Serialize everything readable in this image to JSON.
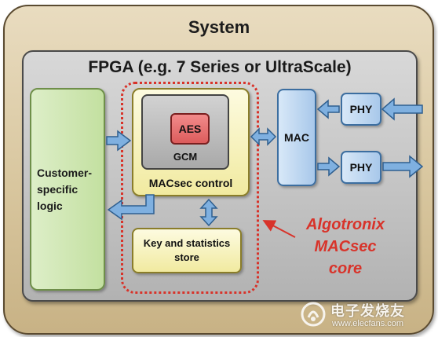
{
  "system": {
    "label": "System"
  },
  "fpga": {
    "label": "FPGA (e.g. 7 Series or UltraScale)"
  },
  "customer_logic": {
    "label": "Customer-\nspecific\nlogic"
  },
  "macsec_core": {
    "aes_label": "AES",
    "gcm_label": "GCM",
    "control_label": "MACsec control",
    "keystore_label": "Key and statistics\nstore",
    "caption": "Algotronix\nMACsec\ncore"
  },
  "mac": {
    "label": "MAC"
  },
  "phy": [
    {
      "label": "PHY"
    },
    {
      "label": "PHY"
    }
  ],
  "watermark": {
    "text": "电子发烧友",
    "url": "www.elecfans.com"
  },
  "colors": {
    "accent_red": "#d8332a",
    "arrow_blue": "#7fb0e0",
    "arrow_outline": "#2f5f8f",
    "system_fill": "#d8c69e",
    "fpga_fill": "#c2c2c2",
    "logic_green": "#c3e0a0",
    "control_yellow": "#f1eaa0",
    "phy_blue": "#a8c8ea",
    "aes_red": "#dc5c5c"
  }
}
